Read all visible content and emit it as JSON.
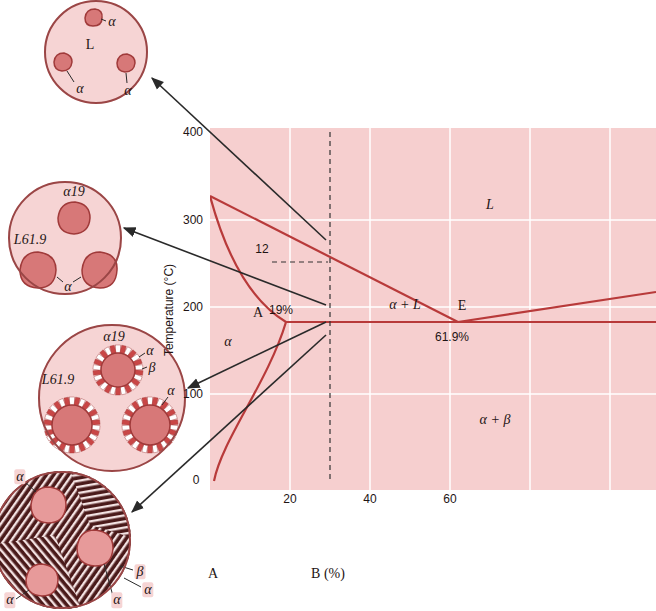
{
  "diagram": {
    "nodes": [
      {
        "text": [
          "α",
          "L",
          "α",
          "α"
        ]
      },
      {
        "text": [
          "α19",
          "L61.9",
          "α"
        ]
      },
      {
        "text": [
          "α19",
          "α",
          "β",
          "L61.9",
          "α"
        ]
      },
      {
        "text": [
          "α",
          "β",
          "α",
          "α",
          "α"
        ]
      }
    ],
    "labels": [
      "400",
      "300",
      "L",
      "12",
      "200",
      "A",
      "19%",
      "α + L",
      "E",
      "α",
      "61.9%",
      "100",
      "α + β",
      "0",
      "20",
      "40",
      "60",
      "Temperature (°C)",
      "A",
      "B (%)"
    ]
  }
}
